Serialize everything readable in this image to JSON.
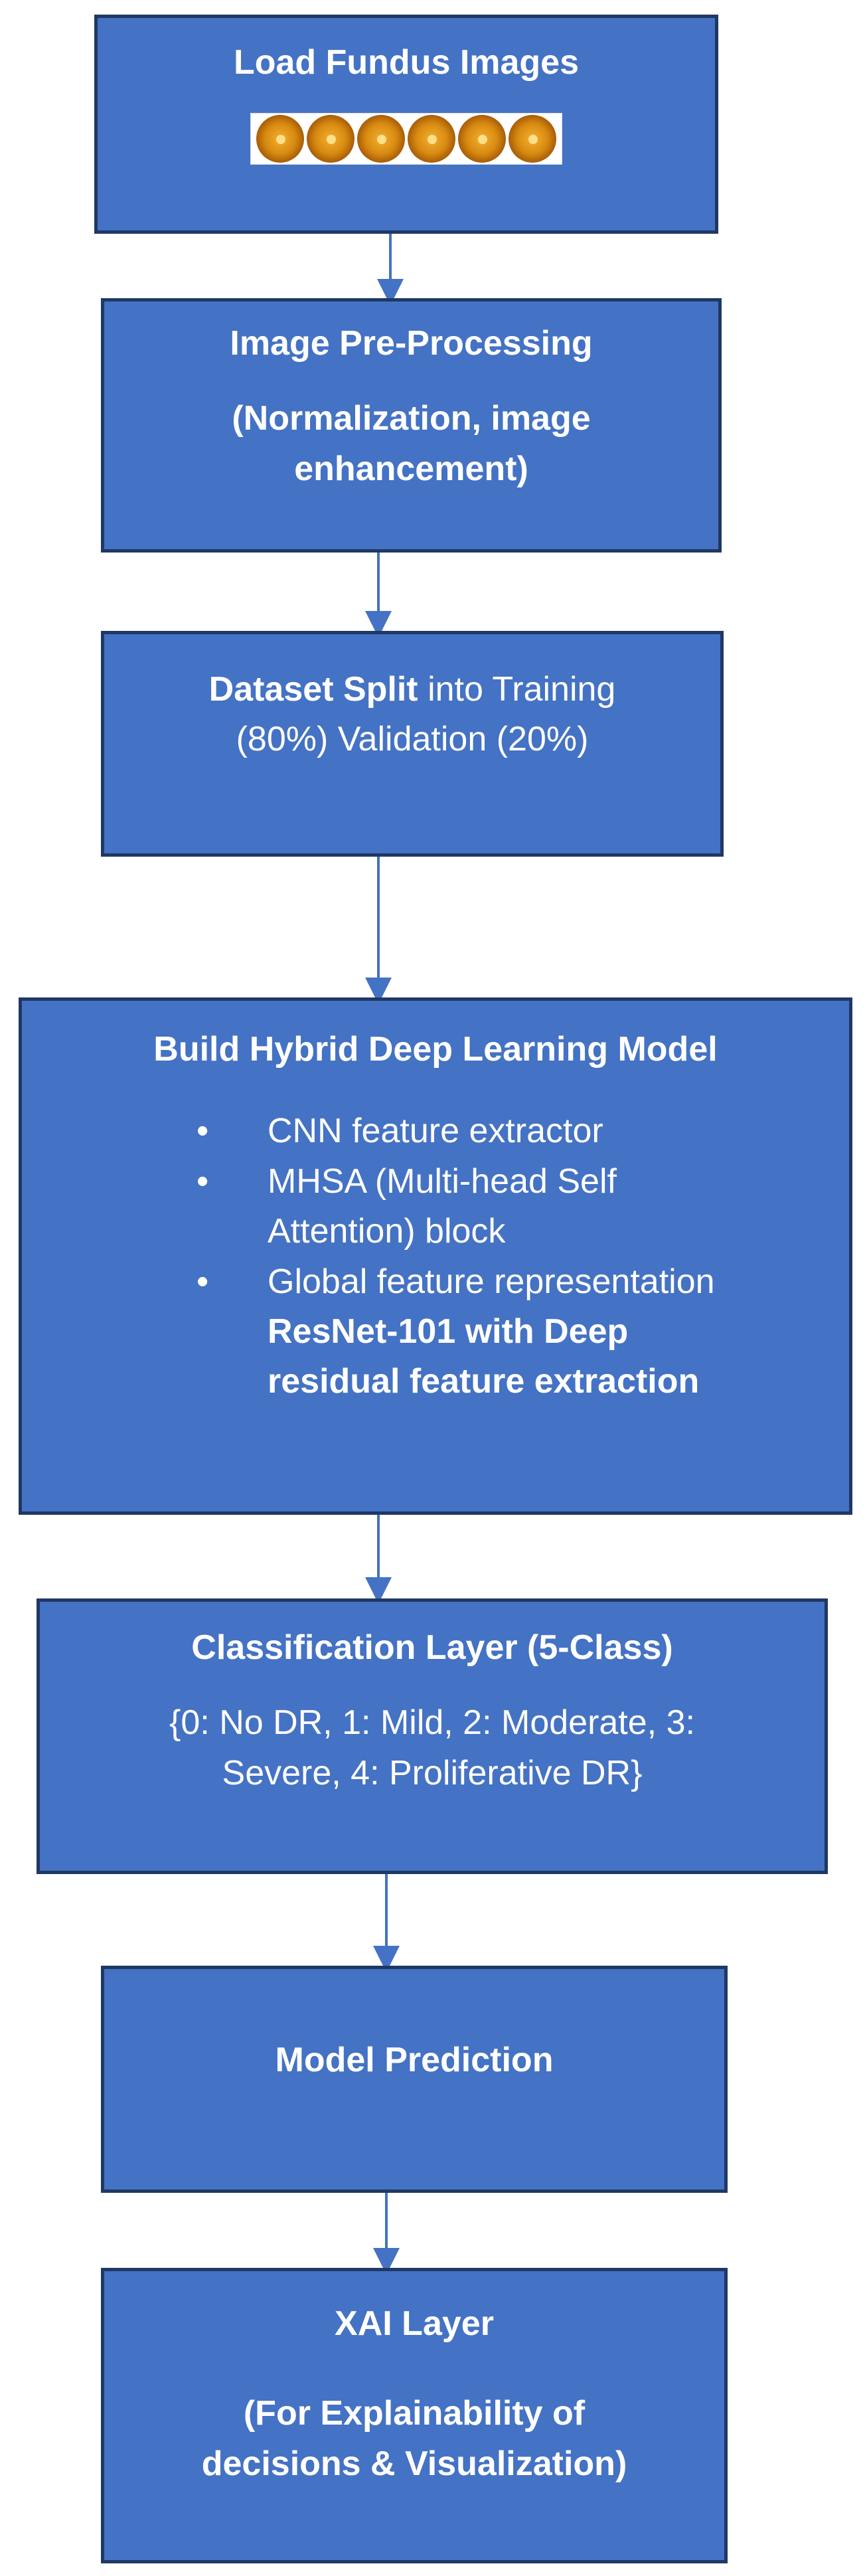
{
  "steps": {
    "load": {
      "title": "Load Fundus Images"
    },
    "preprocess": {
      "title": "Image Pre-Processing",
      "detail_line1": "(Normalization, image",
      "detail_line2": "enhancement)"
    },
    "split": {
      "bold": "Dataset Split",
      "rest": " into Training",
      "line2": "(80%) Validation (20%)"
    },
    "model": {
      "title": "Build Hybrid Deep Learning Model",
      "bullets": [
        "CNN feature extractor",
        "MHSA (Multi-head Self Attention) block",
        "Global feature representation"
      ],
      "bullet2_line1": "MHSA (Multi-head Self",
      "bullet2_line2": "Attention) block",
      "resnet_line1": "ResNet-101 with Deep",
      "resnet_line2": "residual feature extraction"
    },
    "classification": {
      "title": "Classification Layer (5-Class)",
      "line1": "{0: No DR, 1: Mild, 2: Moderate, 3:",
      "line2": "Severe, 4: Proliferative DR}"
    },
    "prediction": {
      "title": "Model Prediction"
    },
    "xai": {
      "title": "XAI Layer",
      "line1": "(For Explainability of",
      "line2": "decisions & Visualization)"
    }
  },
  "colors": {
    "box_fill": "#4472C4",
    "box_border": "#1f3864",
    "arrow": "#4472C4"
  },
  "icons": {
    "fundus_thumbnails": 6,
    "bullet": "•"
  }
}
